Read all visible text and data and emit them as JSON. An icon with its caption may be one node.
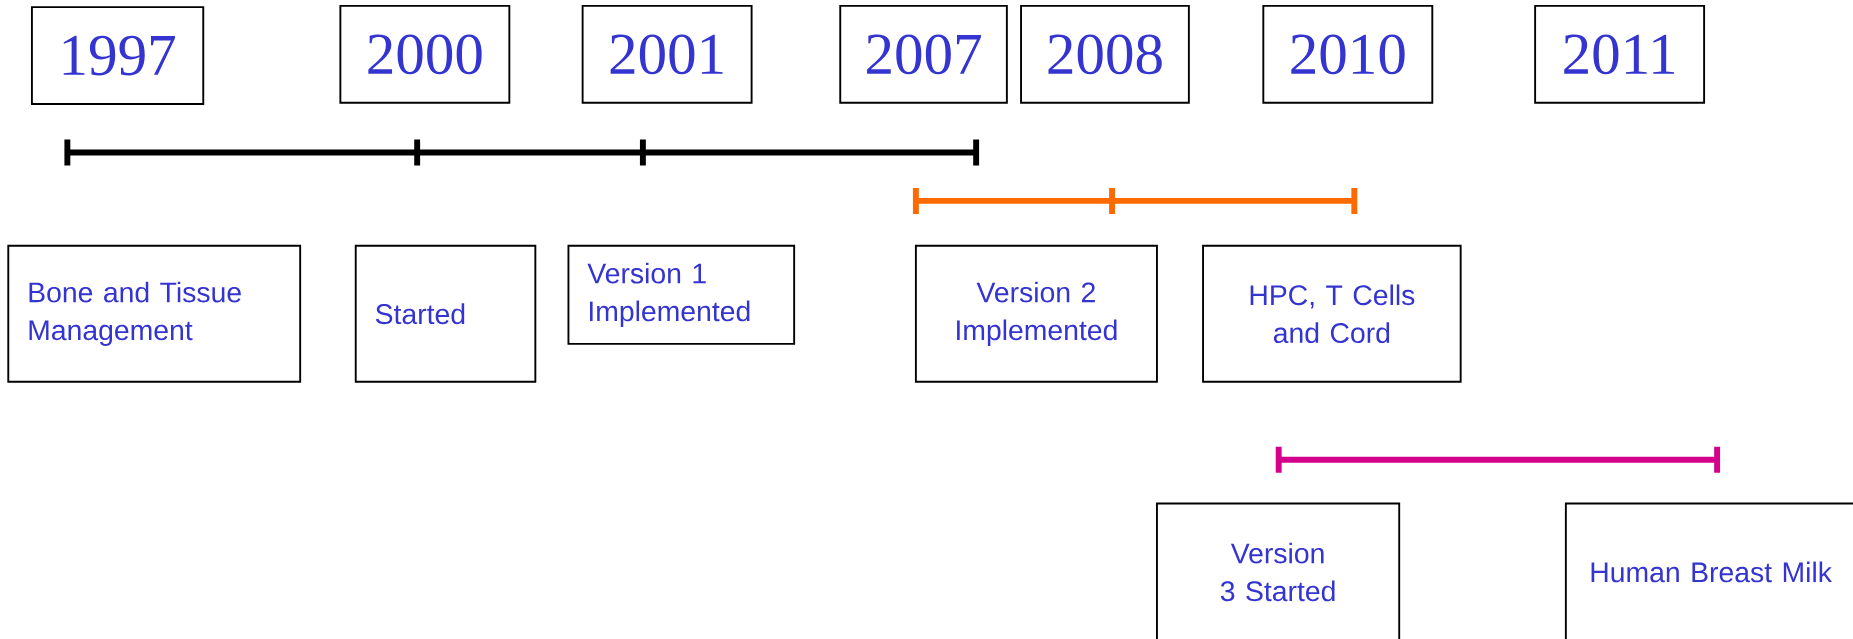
{
  "diagram": {
    "nodes": [
      {
        "text": [
          "1997"
        ]
      },
      {
        "text": [
          "2000"
        ]
      },
      {
        "text": [
          "2001"
        ]
      },
      {
        "text": [
          "2007"
        ]
      },
      {
        "text": [
          "2008"
        ]
      },
      {
        "text": [
          "2010"
        ]
      },
      {
        "text": [
          "2011"
        ]
      },
      {
        "text": [
          "Bone and Tissue Management"
        ]
      },
      {
        "text": [
          "Started"
        ]
      },
      {
        "text": [
          "Version 1 Implemented"
        ]
      },
      {
        "text": [
          "Version 2 Implemented"
        ]
      },
      {
        "text": [
          "HPC, T Cells and Cord"
        ]
      },
      {
        "text": [
          "Version 3 Started"
        ]
      },
      {
        "text": [
          "Human Breast Milk"
        ]
      }
    ]
  }
}
